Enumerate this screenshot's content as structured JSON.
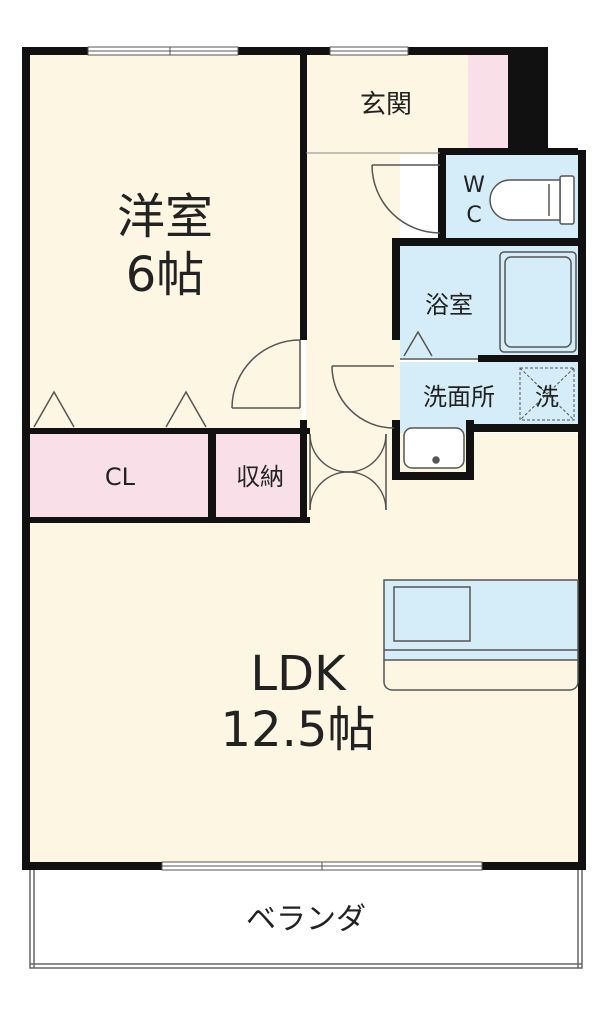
{
  "rooms": {
    "western_room": {
      "name": "洋室",
      "size": "6帖"
    },
    "entrance": "玄関",
    "wc_top": "W",
    "wc_bottom": "C",
    "bathroom": "浴室",
    "washroom": "洗面所",
    "washer": "洗",
    "closet": "CL",
    "storage": "収納",
    "ldk": {
      "name": "LDK",
      "size": "12.5帖"
    },
    "balcony": "ベランダ"
  },
  "colors": {
    "wall": "#111111",
    "floor_living": "#fdf6e3",
    "floor_storage": "#f8dfe8",
    "floor_wet": "#d5edf9",
    "outline": "#555555"
  }
}
